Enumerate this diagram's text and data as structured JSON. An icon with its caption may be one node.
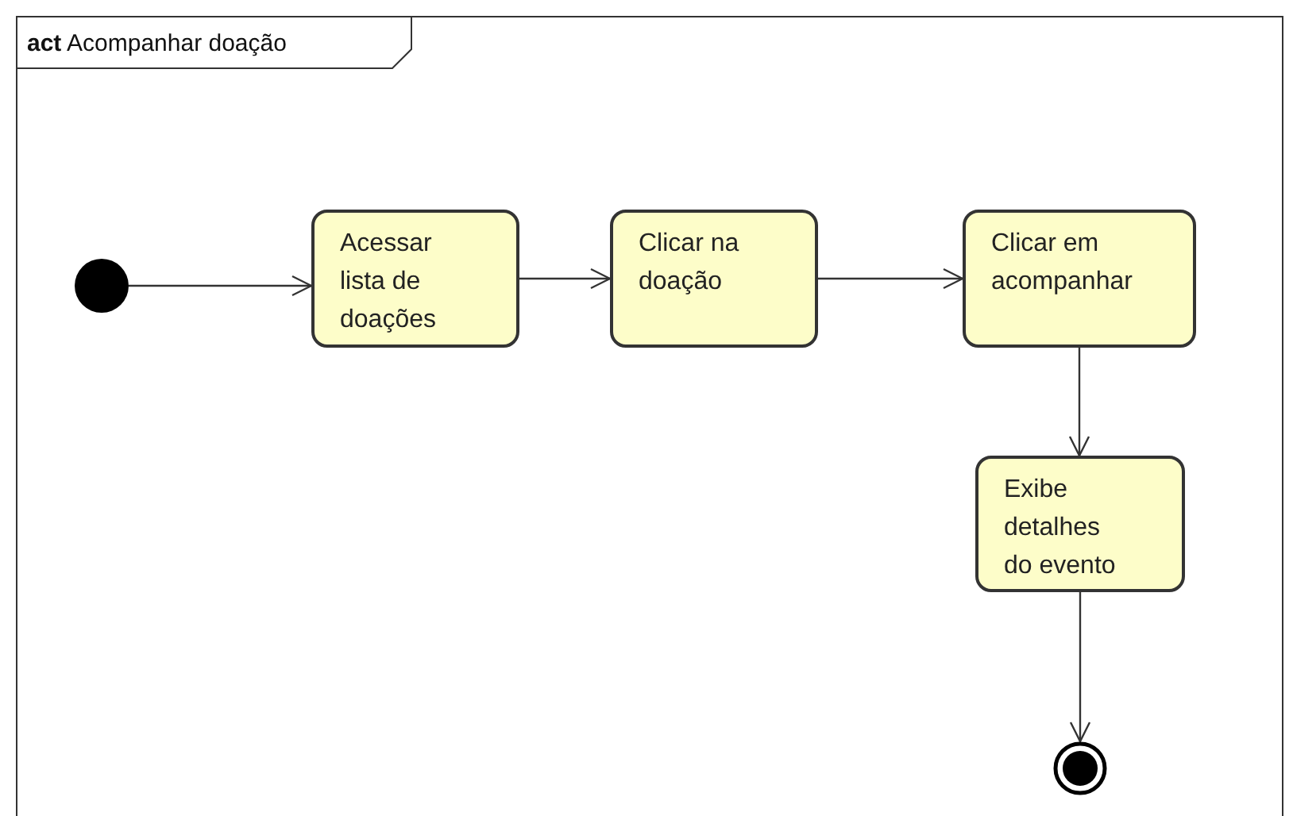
{
  "diagram": {
    "title": "**act** Acompanhar doação",
    "nodes": [
      {
        "text": [],
        "shape": "circle"
      },
      {
        "text": [
          "Acessar lista de doações"
        ]
      },
      {
        "text": [
          "Clicar na doação"
        ]
      },
      {
        "text": [
          "Clicar em acompanhar"
        ]
      },
      {
        "text": [
          "Exibe detalhes do evento"
        ]
      },
      {
        "text": [],
        "shape": "circle"
      }
    ],
    "edges": [
      {
        "from": 0,
        "to": 1,
        "arrow": "to"
      },
      {
        "from": 1,
        "to": 2,
        "arrow": "to"
      },
      {
        "from": 2,
        "to": 3,
        "arrow": "to"
      },
      {
        "from": 3,
        "to": 4,
        "arrow": "to"
      },
      {
        "from": 4,
        "to": 5,
        "arrow": "to"
      }
    ]
  }
}
